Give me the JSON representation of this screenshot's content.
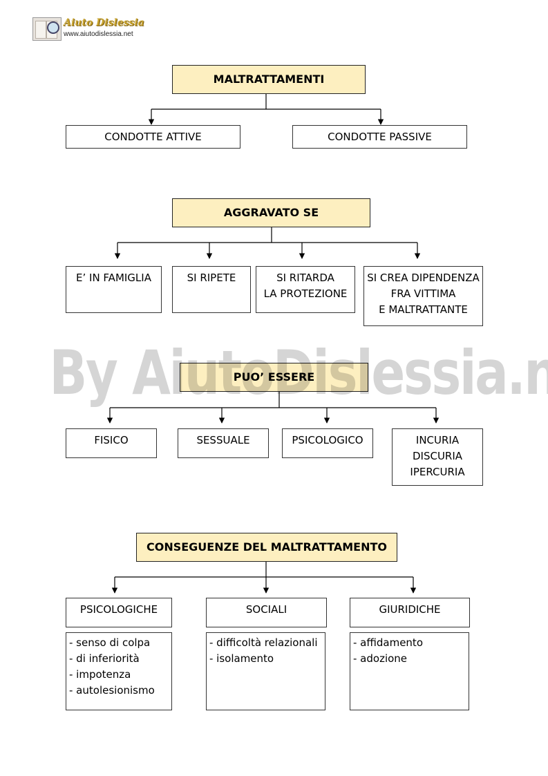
{
  "header": {
    "logo_title": "Aiuto Dislessia",
    "logo_url": "www.aiutodislessia.net"
  },
  "watermark": "By AiutoDislessia.net",
  "section1": {
    "title": "MALTRATTAMENTI",
    "children": [
      "CONDOTTE ATTIVE",
      "CONDOTTE PASSIVE"
    ]
  },
  "section2": {
    "title": "AGGRAVATO SE",
    "children": [
      {
        "lines": [
          "E’ IN FAMIGLIA"
        ]
      },
      {
        "lines": [
          "SI RIPETE"
        ]
      },
      {
        "lines": [
          "SI RITARDA",
          "LA PROTEZIONE"
        ]
      },
      {
        "lines": [
          "SI CREA DIPENDENZA",
          "FRA VITTIMA",
          "E MALTRATTANTE"
        ]
      }
    ]
  },
  "section3": {
    "title": "PUO’ ESSERE",
    "children": [
      {
        "lines": [
          "FISICO"
        ]
      },
      {
        "lines": [
          "SESSUALE"
        ]
      },
      {
        "lines": [
          "PSICOLOGICO"
        ]
      },
      {
        "lines": [
          "INCURIA",
          "DISCURIA",
          "IPERCURIA"
        ]
      }
    ]
  },
  "section4": {
    "title": "CONSEGUENZE DEL MALTRATTAMENTO",
    "children": [
      {
        "label": "PSICOLOGICHE",
        "items": [
          "- senso di colpa",
          "- di inferiorità",
          "- impotenza",
          "- autolesionismo"
        ]
      },
      {
        "label": "SOCIALI",
        "items": [
          "- difficoltà relazionali",
          "- isolamento"
        ]
      },
      {
        "label": "GIURIDICHE",
        "items": [
          "- affidamento",
          "- adozione"
        ]
      }
    ]
  }
}
